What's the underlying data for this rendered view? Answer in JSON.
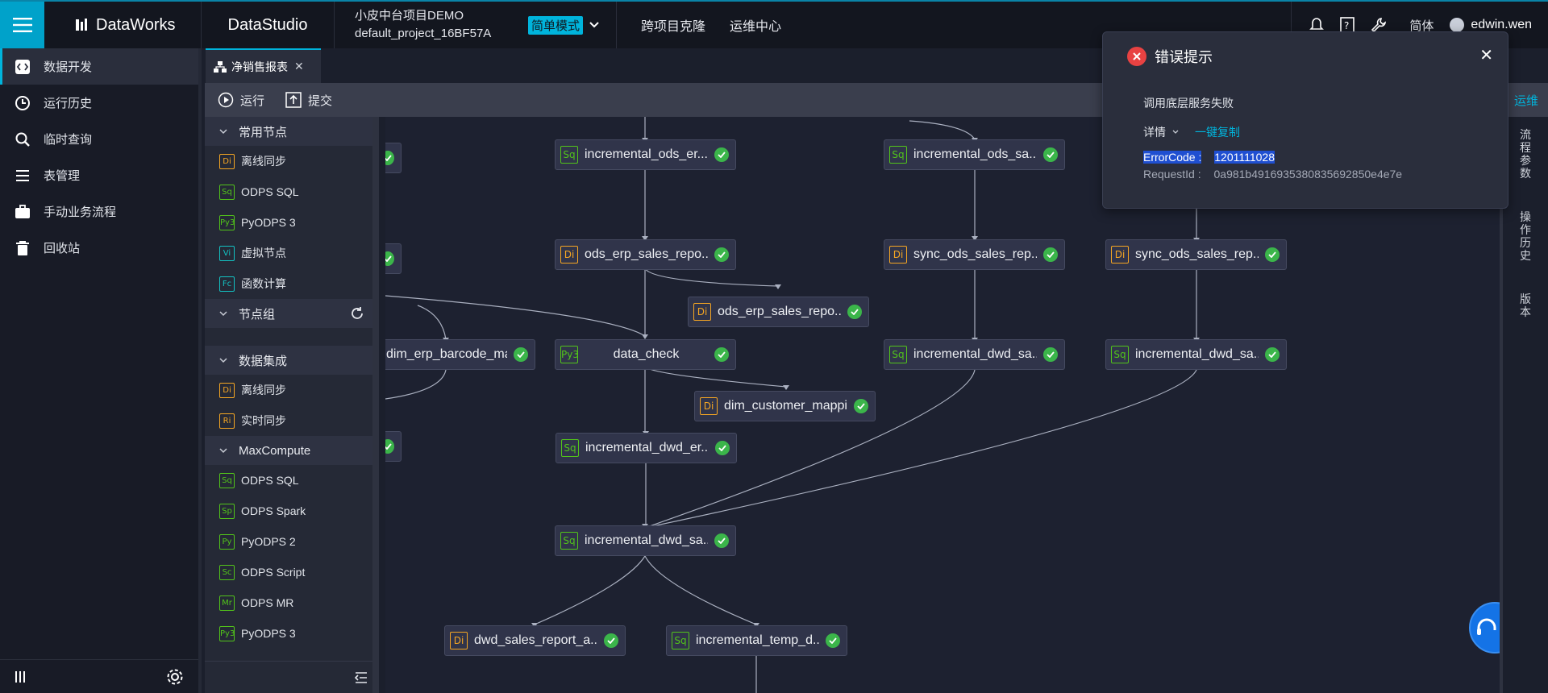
{
  "topbar": {
    "logo_text": "DataWorks",
    "studio_label": "DataStudio",
    "project_name": "小皮中台项目DEMO",
    "project_id": "default_project_16BF57A",
    "mode_label": "简单模式",
    "nav_clone": "跨项目克隆",
    "nav_ops": "运维中心",
    "lang": "简体",
    "user": "edwin.wen"
  },
  "sidebar": {
    "items": [
      {
        "label": "数据开发",
        "icon": "code-icon"
      },
      {
        "label": "运行历史",
        "icon": "clock-icon"
      },
      {
        "label": "临时查询",
        "icon": "search-icon"
      },
      {
        "label": "表管理",
        "icon": "list-icon"
      },
      {
        "label": "手动业务流程",
        "icon": "briefcase-icon"
      },
      {
        "label": "回收站",
        "icon": "trash-icon"
      }
    ]
  },
  "tab": {
    "label": "净销售报表"
  },
  "toolbar": {
    "run": "运行",
    "submit": "提交"
  },
  "node_panel": {
    "g_common": "常用节点",
    "common": [
      {
        "badge": "Di",
        "label": "离线同步",
        "cls": "b-di"
      },
      {
        "badge": "Sq",
        "label": "ODPS SQL",
        "cls": "b-sq"
      },
      {
        "badge": "Py3",
        "label": "PyODPS 3",
        "cls": "b-py"
      },
      {
        "badge": "Vi",
        "label": "虚拟节点",
        "cls": "b-vi"
      },
      {
        "badge": "Fc",
        "label": "函数计算",
        "cls": "b-fc"
      }
    ],
    "g_nodegroup": "节点组",
    "g_integration": "数据集成",
    "integration": [
      {
        "badge": "Di",
        "label": "离线同步",
        "cls": "b-di"
      },
      {
        "badge": "Ri",
        "label": "实时同步",
        "cls": "b-ri"
      }
    ],
    "g_maxcompute": "MaxCompute",
    "maxcompute": [
      {
        "badge": "Sq",
        "label": "ODPS SQL",
        "cls": "b-sq"
      },
      {
        "badge": "Sp",
        "label": "ODPS Spark",
        "cls": "b-sq"
      },
      {
        "badge": "Py",
        "label": "PyODPS 2",
        "cls": "b-py"
      },
      {
        "badge": "Sc",
        "label": "ODPS Script",
        "cls": "b-sq"
      },
      {
        "badge": "Mr",
        "label": "ODPS MR",
        "cls": "b-sq"
      },
      {
        "badge": "Py3",
        "label": "PyODPS 3",
        "cls": "b-py"
      }
    ]
  },
  "canvas": {
    "nodes": [
      {
        "badge": "Sq",
        "label": "incremental_ods_er...",
        "cls": "b-sq"
      },
      {
        "badge": "Sq",
        "label": "incremental_ods_sa...",
        "cls": "b-sq"
      },
      {
        "badge": "Di",
        "label": "ods_erp_sales_repo...",
        "cls": "b-di"
      },
      {
        "badge": "Di",
        "label": "sync_ods_sales_rep...",
        "cls": "b-di"
      },
      {
        "badge": "Di",
        "label": "sync_ods_sales_rep...",
        "cls": "b-di"
      },
      {
        "badge": "Di",
        "label": "ods_erp_sales_repo...",
        "cls": "b-di"
      },
      {
        "badge": "",
        "label": "dim_erp_barcode_ma...",
        "cls": "b-di"
      },
      {
        "badge": "Py3",
        "label": "data_check",
        "cls": "b-py"
      },
      {
        "badge": "Sq",
        "label": "incremental_dwd_sa...",
        "cls": "b-sq"
      },
      {
        "badge": "Sq",
        "label": "incremental_dwd_sa...",
        "cls": "b-sq"
      },
      {
        "badge": "Di",
        "label": "dim_customer_mappi...",
        "cls": "b-di"
      },
      {
        "badge": "Sq",
        "label": "incremental_dwd_er...",
        "cls": "b-sq"
      },
      {
        "badge": "Sq",
        "label": "incremental_dwd_sa...",
        "cls": "b-sq"
      },
      {
        "badge": "Di",
        "label": "dwd_sales_report_a...",
        "cls": "b-di"
      },
      {
        "badge": "Sq",
        "label": "incremental_temp_d...",
        "cls": "b-sq"
      }
    ]
  },
  "right_rail": {
    "ops": "运维",
    "labels": [
      "流程参数",
      "操作历史",
      "版本"
    ]
  },
  "error": {
    "title": "错误提示",
    "message": "调用底层服务失败",
    "detail": "详情",
    "copy": "一键复制",
    "code_label": "ErrorCode :",
    "code_value": "1201111028",
    "req_label": "RequestId :",
    "req_value": "0a981b4916935380835692850e4e7e"
  }
}
